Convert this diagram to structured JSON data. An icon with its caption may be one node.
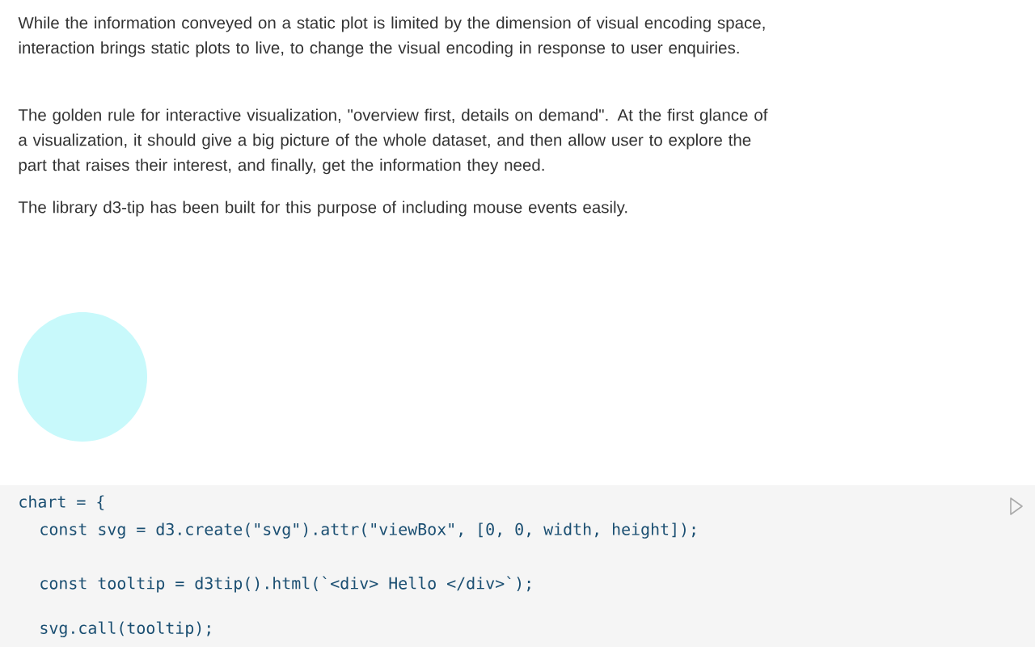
{
  "diagram": {
    "nodes": [
      {
        "text": [],
        "shape": "circle"
      }
    ],
    "labels": [
      "While the information conveyed on a static plot is limited by the dimension of visual encoding space, interaction brings static plots to live, to change the visual encoding in response to user enquiries.",
      "The golden rule for interactive visualization, \"overview first, details on demand\". At the first glance of a visualization, it should give a big picture of the whole dataset, and then allow user to explore the part that raises their interest, and finally, get the information they need.",
      "The library d3-tip has been built for this purpose of including mouse events easily.",
      "chart = {",
      "const svg = d3.create(\"svg\").attr(\"viewBox\", [0, 0, width, height]);",
      "const tooltip = d3tip().html(`<div> Hello </div>`);",
      "svg.call(tooltip);"
    ]
  }
}
